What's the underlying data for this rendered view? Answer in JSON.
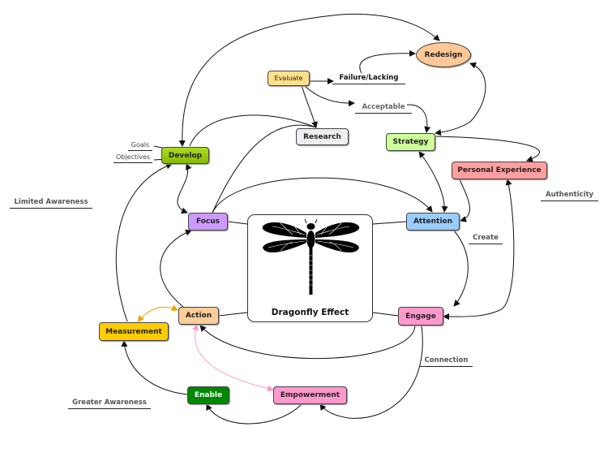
{
  "center": {
    "title": "Dragonfly Effect",
    "icon": "dragonfly-icon"
  },
  "nodes": {
    "redesign": "Redesign",
    "evaluate": "Evaluate",
    "research": "Research",
    "strategy": "Strategy",
    "develop": "Develop",
    "personal_experience": "Personal Experience",
    "focus": "Focus",
    "attention": "Attention",
    "action": "Action",
    "engage": "Engage",
    "measurement": "Measurement",
    "enable": "Enable",
    "empowerment": "Empowerment"
  },
  "labels": {
    "failure": "Failure/Lacking",
    "acceptable": "Acceptable",
    "goals": "Goals",
    "objectives": "Objectives",
    "authenticity": "Authenticity",
    "limited_awareness": "Limited Awareness",
    "create": "Create",
    "connection": "Connection",
    "greater_awareness": "Greater Awareness"
  },
  "colors": {
    "redesign": "#ffc896",
    "evaluate": "#ffe08a",
    "research": "#eeeef2",
    "strategy": "#ccff99",
    "develop": "#99cc00",
    "personal_experience": "#ff9f9f",
    "focus": "#cc99ff",
    "attention": "#99ccff",
    "action": "#ffcc99",
    "engage": "#ff99cc",
    "measurement": "#ffcc00",
    "enable": "#008800",
    "empowerment": "#ff99cc"
  }
}
